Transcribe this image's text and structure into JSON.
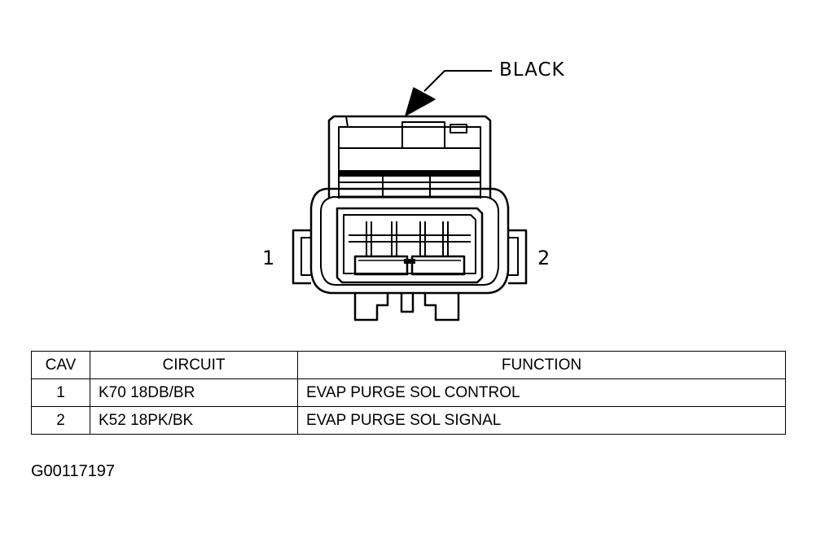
{
  "diagram": {
    "color_label": "BLACK",
    "pin_labels": [
      "1",
      "2"
    ]
  },
  "table": {
    "headers": [
      "CAV",
      "CIRCUIT",
      "FUNCTION"
    ],
    "rows": [
      {
        "cav": "1",
        "circuit": "K70 18DB/BR",
        "function": "EVAP PURGE SOL CONTROL"
      },
      {
        "cav": "2",
        "circuit": "K52 18PK/BK",
        "function": "EVAP PURGE SOL SIGNAL"
      }
    ]
  },
  "figure_code": "G00117197"
}
